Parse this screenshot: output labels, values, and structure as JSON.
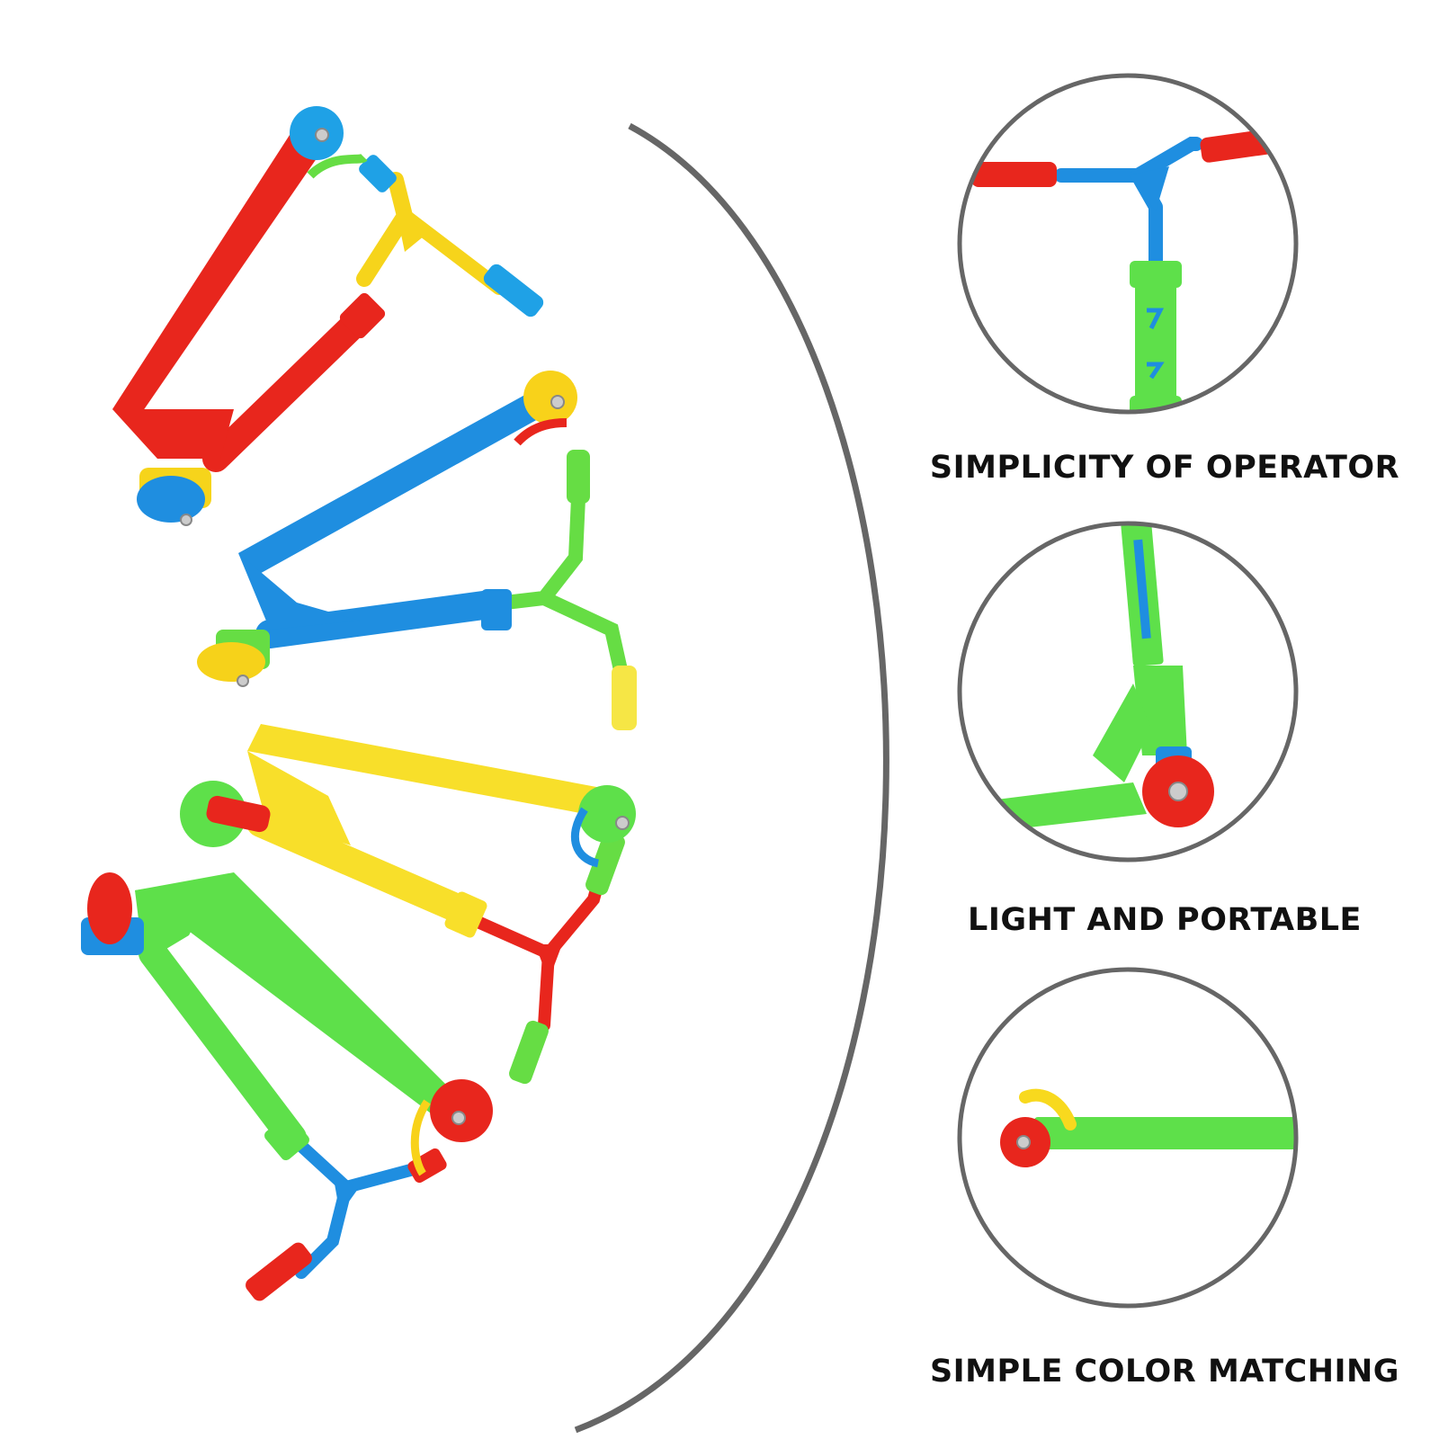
{
  "features": [
    {
      "label": "SIMPLICITY OF OPERATOR",
      "image": "scooter-handlebar-closeup"
    },
    {
      "label": "LIGHT AND PORTABLE",
      "image": "scooter-fork-wheel-closeup"
    },
    {
      "label": "SIMPLE COLOR MATCHING",
      "image": "scooter-deck-wheel-closeup"
    }
  ],
  "products": [
    {
      "name": "finger-scooter-red",
      "colors": [
        "#e8261d",
        "#f7d21a",
        "#1f9be3"
      ]
    },
    {
      "name": "finger-scooter-blue",
      "colors": [
        "#1f8ee0",
        "#66dd44",
        "#f7d21a"
      ]
    },
    {
      "name": "finger-scooter-yellow",
      "colors": [
        "#f8df2a",
        "#e8261d",
        "#66dd44"
      ]
    },
    {
      "name": "finger-scooter-green",
      "colors": [
        "#5ee04a",
        "#1f9be3",
        "#e8261d"
      ]
    }
  ],
  "palette": {
    "red": "#e8261d",
    "blue": "#1f8ee0",
    "yellow": "#f8d91e",
    "green": "#5ee04a",
    "circle_border": "#666666",
    "arc": "#666666"
  }
}
